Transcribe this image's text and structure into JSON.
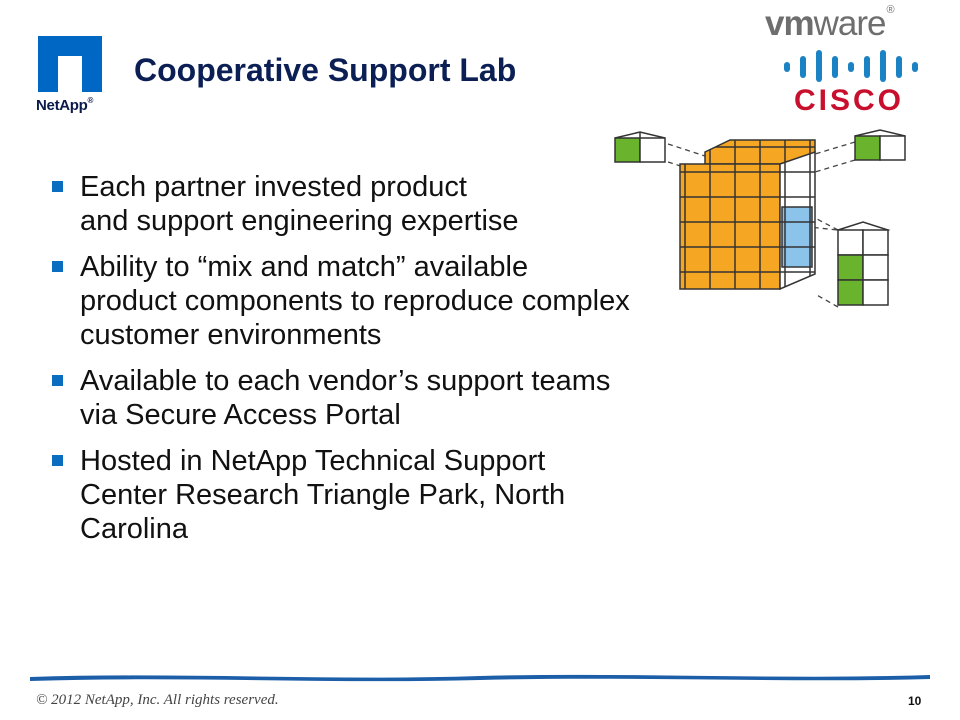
{
  "slide": {
    "title": "Cooperative Support Lab",
    "bullets": [
      "Each partner invested product\nand support engineering expertise",
      "Ability to “mix and match” available\nproduct components to reproduce complex\ncustomer environments",
      "Available to each vendor’s support teams\nvia Secure Access Portal",
      "Hosted in NetApp Technical Support\nCenter Research Triangle Park, North\nCarolina"
    ],
    "page_number": "10"
  },
  "logos": {
    "netapp_wordmark": "NetApp",
    "netapp_reg": "®",
    "vmware_vm": "vm",
    "vmware_ware": "ware",
    "vmware_reg": "®",
    "cisco_wordmark": "CISCO"
  },
  "footer": {
    "copyright": "© 2012 NetApp, Inc. All rights reserved."
  },
  "colors": {
    "title": "#0b1f55",
    "bullet": "#0a6dbf",
    "netapp_blue": "#0067c5",
    "cisco_bars": "#1b82c4",
    "cisco_red": "#c8102e",
    "cube_orange": "#f5a623",
    "cube_green": "#6ab42d",
    "cube_blue": "#8cc3ea",
    "footer_rule": "#1d5ea8"
  }
}
